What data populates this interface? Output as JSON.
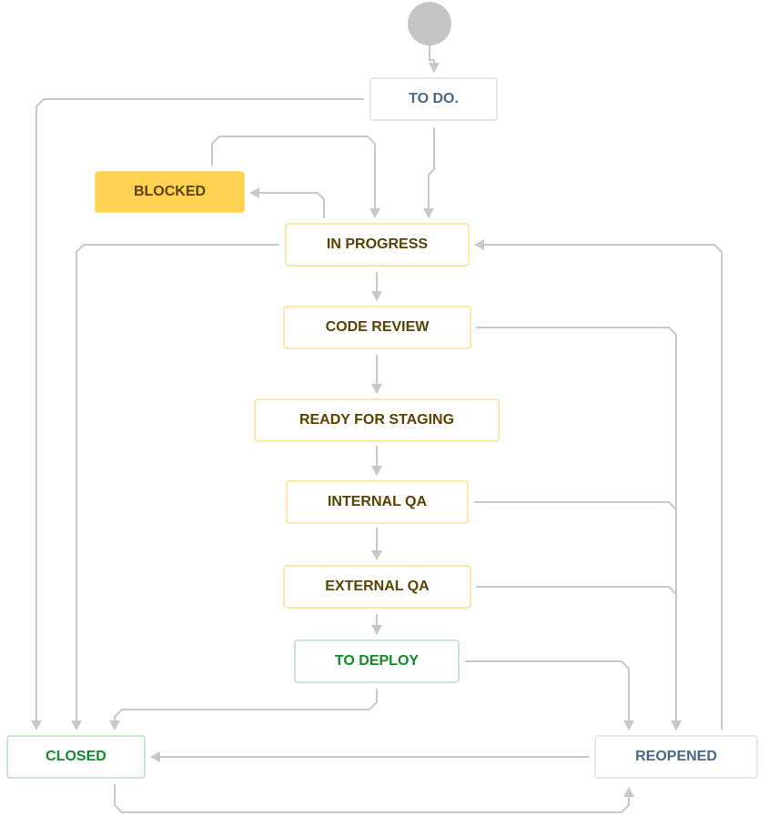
{
  "workflow": {
    "start": {
      "color": "#c4c4c4"
    },
    "statuses": [
      {
        "id": "todo",
        "label": "TO DO.",
        "category": "todo"
      },
      {
        "id": "blocked",
        "label": "BLOCKED",
        "category": "inprogress-highlight"
      },
      {
        "id": "inprogress",
        "label": "IN PROGRESS",
        "category": "inprogress"
      },
      {
        "id": "codereview",
        "label": "CODE REVIEW",
        "category": "inprogress"
      },
      {
        "id": "staging",
        "label": "READY FOR STAGING",
        "category": "inprogress"
      },
      {
        "id": "internalqa",
        "label": "INTERNAL QA",
        "category": "inprogress"
      },
      {
        "id": "externalqa",
        "label": "EXTERNAL QA",
        "category": "inprogress"
      },
      {
        "id": "todeploy",
        "label": "TO DEPLOY",
        "category": "done"
      },
      {
        "id": "closed",
        "label": "CLOSED",
        "category": "done"
      },
      {
        "id": "reopened",
        "label": "REOPENED",
        "category": "todo"
      }
    ],
    "transitions": [
      {
        "from": "start",
        "to": "todo"
      },
      {
        "from": "todo",
        "to": "inprogress"
      },
      {
        "from": "todo",
        "to": "closed"
      },
      {
        "from": "blocked",
        "to": "inprogress"
      },
      {
        "from": "inprogress",
        "to": "blocked"
      },
      {
        "from": "inprogress",
        "to": "closed"
      },
      {
        "from": "inprogress",
        "to": "codereview"
      },
      {
        "from": "codereview",
        "to": "staging"
      },
      {
        "from": "codereview",
        "to": "reopened"
      },
      {
        "from": "staging",
        "to": "internalqa"
      },
      {
        "from": "internalqa",
        "to": "externalqa"
      },
      {
        "from": "internalqa",
        "to": "reopened"
      },
      {
        "from": "externalqa",
        "to": "todeploy"
      },
      {
        "from": "externalqa",
        "to": "reopened"
      },
      {
        "from": "todeploy",
        "to": "closed"
      },
      {
        "from": "todeploy",
        "to": "reopened"
      },
      {
        "from": "reopened",
        "to": "closed"
      },
      {
        "from": "reopened",
        "to": "inprogress"
      },
      {
        "from": "closed",
        "to": "reopened"
      }
    ],
    "colors": {
      "todo": {
        "border": "#dfe1e6",
        "fill": "#ffffff",
        "text": "#4a6785"
      },
      "inprogress": {
        "border": "#ffe08a",
        "fill": "#ffffff",
        "text": "#594300"
      },
      "inprogress-highlight": {
        "border": "#ffd351",
        "fill": "#ffd351",
        "text": "#594300"
      },
      "done": {
        "border": "#b9dfbf",
        "fill": "#ffffff",
        "text": "#14892c"
      },
      "line": "#c8c8c8"
    }
  }
}
